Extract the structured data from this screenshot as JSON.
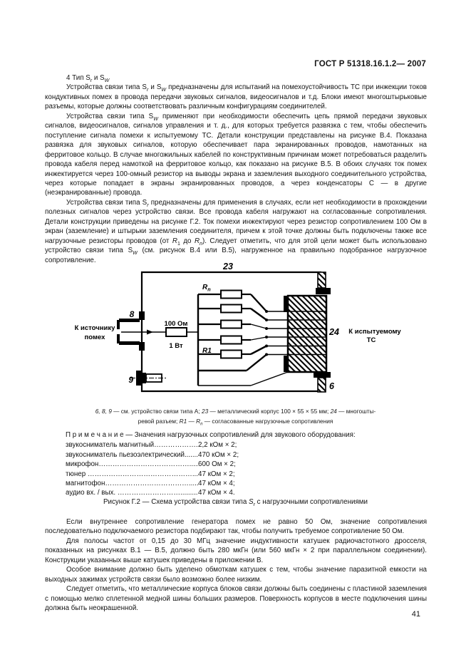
{
  "page": {
    "header": "ГОСТ Р 51318.16.1.2— 2007",
    "page_number": "41"
  },
  "section": {
    "heading": [
      {
        "t": "4  Тип S"
      },
      {
        "t": "r",
        "sub": true,
        "i": true
      },
      {
        "t": " и S"
      },
      {
        "t": "W",
        "sub": true,
        "i": true
      }
    ],
    "paragraphs_top": [
      [
        {
          "t": "Устройства  связи типа  S"
        },
        {
          "t": "r",
          "sub": true,
          "i": true
        },
        {
          "t": " и S"
        },
        {
          "t": "W",
          "sub": true,
          "i": true
        },
        {
          "t": " предназначены для испытаний на помехоустойчивость ТС  при инжекции токов  кондуктивных помех в провода передачи звуковых сигналов, видеосигналов и т.д.  Блоки имеют многоштырьковые разъемы,  которые должны соответствовать  различным конфигурациям  соединителей."
        }
      ],
      [
        {
          "t": "Устройства связи  типа S"
        },
        {
          "t": "W",
          "sub": true,
          "i": true
        },
        {
          "t": "  применяют при необходимости обеспечить цепь прямой передачи звуковых сигналов, видеосигналов, сигналов управления и т. д., для которых требуется развязка с тем, чтобы обеспечить поступление сигнала помехи к испытуемому ТС. Детали конструкции представлены на рисунке В.4. Показана развязка для звуковых  сигналов, которую  обеспечивает пара экранированных проводов, намотанных на ферритовое кольцо. В случае многожильных кабелей по конструктивным причинам может потребоваться разделить провода кабеля перед намоткой на ферритовое кольцо,  как показано на рисунке В.5. В обоих случаях ток помех инжектируется через 100-омный резистор на выводы экрана и заземления выходного соединительного устройства, через которые попадает в экраны экранированных проводов, а через конденсаторы С — в  другие (неэкранированные)  провода."
        }
      ],
      [
        {
          "t": "Устройства связи  типа  S"
        },
        {
          "t": "r",
          "sub": true,
          "i": true
        },
        {
          "t": " предназначены для применения в случаях, если нет необходимости в прохождении полезных  сигналов через устройство связи. Все  провода  кабеля  нагружают  на  согласованные  сопротивления. Детали  конструкции  приведены  на рисунке Г.2. Ток  помехи  инжектируют через резистор сопротивлением 100 Ом в экран  (заземление) и  штырьки заземления соединителя, причем к этой точке должны быть подключены также все  нагрузочные резисторы проводов (от "
        },
        {
          "t": "R",
          "i": true
        },
        {
          "t": "1",
          "sub": true
        },
        {
          "t": " до  "
        },
        {
          "t": "R",
          "i": true
        },
        {
          "t": "n",
          "sub": true,
          "i": true
        },
        {
          "t": "). Следует  отметить,  что  для  этой  цели  может быть использовано устройство связи  типа S"
        },
        {
          "t": "W",
          "sub": true,
          "i": true
        },
        {
          "t": "  (см.  рисунок В.4  или  В.5),  нагруженное  на правильно подобранное  нагрузочное сопротивление."
        }
      ]
    ],
    "paragraphs_bottom": [
      [
        {
          "t": "Если внутреннее сопротивление генератора помех не равно 50 Ом, значение сопротивления последовательно подключаемого резистора подбирают так, чтобы получить требуемое сопротивление 50 Ом."
        }
      ],
      [
        {
          "t": "Для полосы частот от 0,15 до 30 МГц значение  индуктивности   катушек радиочастотного дросселя, показанных на  рисунках  В.1 — В.5,  должно быть 280 мкГн  (или  560 мкГн × 2 при параллельном соединении). Конструкции указанных выше катушек приведены в приложении  В."
        }
      ],
      [
        {
          "t": "Особое внимание должно быть уделено обмоткам катушек с тем, чтобы значение паразитной емкости на выходных зажимах устройств  связи было возможно более низким."
        }
      ],
      [
        {
          "t": "Следует отметить, что металлические корпуса блоков связи должны быть соединены с пластиной заземления с помощью мелко сплетенной медной шины больших размеров. Поверхность корпусов в месте подключения шины должна быть неокрашенной."
        }
      ]
    ]
  },
  "figure": {
    "labels": {
      "case": "23",
      "input_port": "8",
      "ground_bolt": "9",
      "output_port": "24",
      "corner": "6",
      "resistor_value": "100 Ом",
      "resistor_power": "1 Вт",
      "r_top_base": "R",
      "r_top_sub": "n",
      "r_bottom": "R1",
      "source_line1": "К источнику",
      "source_line2": "помех",
      "eut_line1": "К испытуемому",
      "eut_line2": "ТС"
    },
    "legend": [
      [
        {
          "t": "6, 8, 9",
          "i": true
        },
        {
          "t": " — см. устройство связи типа А; "
        },
        {
          "t": "23",
          "i": true
        },
        {
          "t": " — металлический корпус 100 × 55 × 55 мм; "
        },
        {
          "t": "24",
          "i": true
        },
        {
          "t": " — многошты-"
        }
      ],
      [
        {
          "t": "ревой разъем; "
        },
        {
          "t": "R1",
          "i": true
        },
        {
          "t": " — "
        },
        {
          "t": "R",
          "i": true
        },
        {
          "t": "n",
          "sub": true,
          "i": true
        },
        {
          "t": " — согласованные нагрузочные сопротивления"
        }
      ]
    ],
    "caption": [
      {
        "t": "Рисунок Г.2 —  Схема устройства связи типа  "
      },
      {
        "t": "S",
        "i": true
      },
      {
        "t": "r",
        "sub": true,
        "i": true
      },
      {
        "t": " с  нагрузочными сопротивлениями"
      }
    ]
  },
  "note": {
    "title": "П р и м е ч а н и е — Значения нагрузочных сопротивлений для звукового оборудования:",
    "items": [
      {
        "name": "звукосниматель магнитный",
        "dots": "……………….....................................",
        "value": "2,2 кОм × 2;"
      },
      {
        "name": "звукосниматель пьезоэлектрический",
        "dots": ".....................................",
        "value": "470 кОм × 2;"
      },
      {
        "name": "микрофон",
        "dots": "…………………………………....................................",
        "value": "600 Ом × 2;"
      },
      {
        "name": "тюнер",
        "dots": " ……………………………………….....................................",
        "value": "47 кОм × 2;"
      },
      {
        "name": "магнитофон",
        "dots": "……………………………….....................................",
        "value": "47 кОм × 4;"
      },
      {
        "name": "аудио вх. / вых.",
        "dots": " ………………………..............................................",
        "value": "47 кОм × 4."
      }
    ]
  }
}
